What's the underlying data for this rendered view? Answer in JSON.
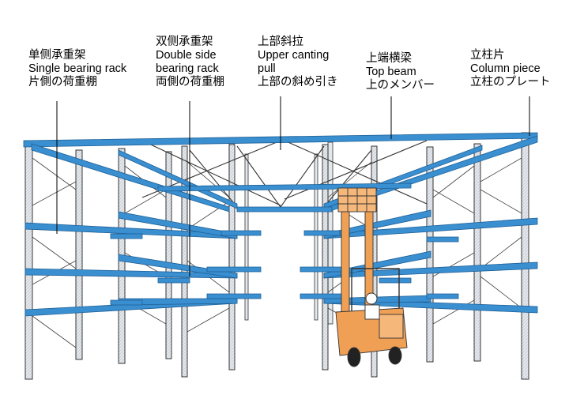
{
  "labels": {
    "single_bearing_rack": {
      "zh": "单侧承重架",
      "en": "Single bearing rack",
      "ja": "片側の荷重棚"
    },
    "double_side_bearing_rack": {
      "zh": "双侧承重架",
      "en1": "Double side",
      "en2": "bearing rack",
      "ja": "両側の荷重棚"
    },
    "upper_canting_pull": {
      "zh": "上部斜拉",
      "en1": "Upper canting",
      "en2": "pull",
      "ja": "上部の斜め引き"
    },
    "top_beam": {
      "zh": "上端横梁",
      "en": "Top beam",
      "ja": "上のメンバー"
    },
    "column_piece": {
      "zh": "立柱片",
      "en": "Column piece",
      "ja": "立柱のプレート"
    }
  },
  "colors": {
    "beam_blue": "#3a8fd0",
    "beam_blue_dark": "#1f5f95",
    "column_grey": "#d8dde3",
    "forklift_orange": "#f0a055",
    "line_black": "#222222"
  },
  "icons": {
    "forklift": "forklift-icon"
  }
}
